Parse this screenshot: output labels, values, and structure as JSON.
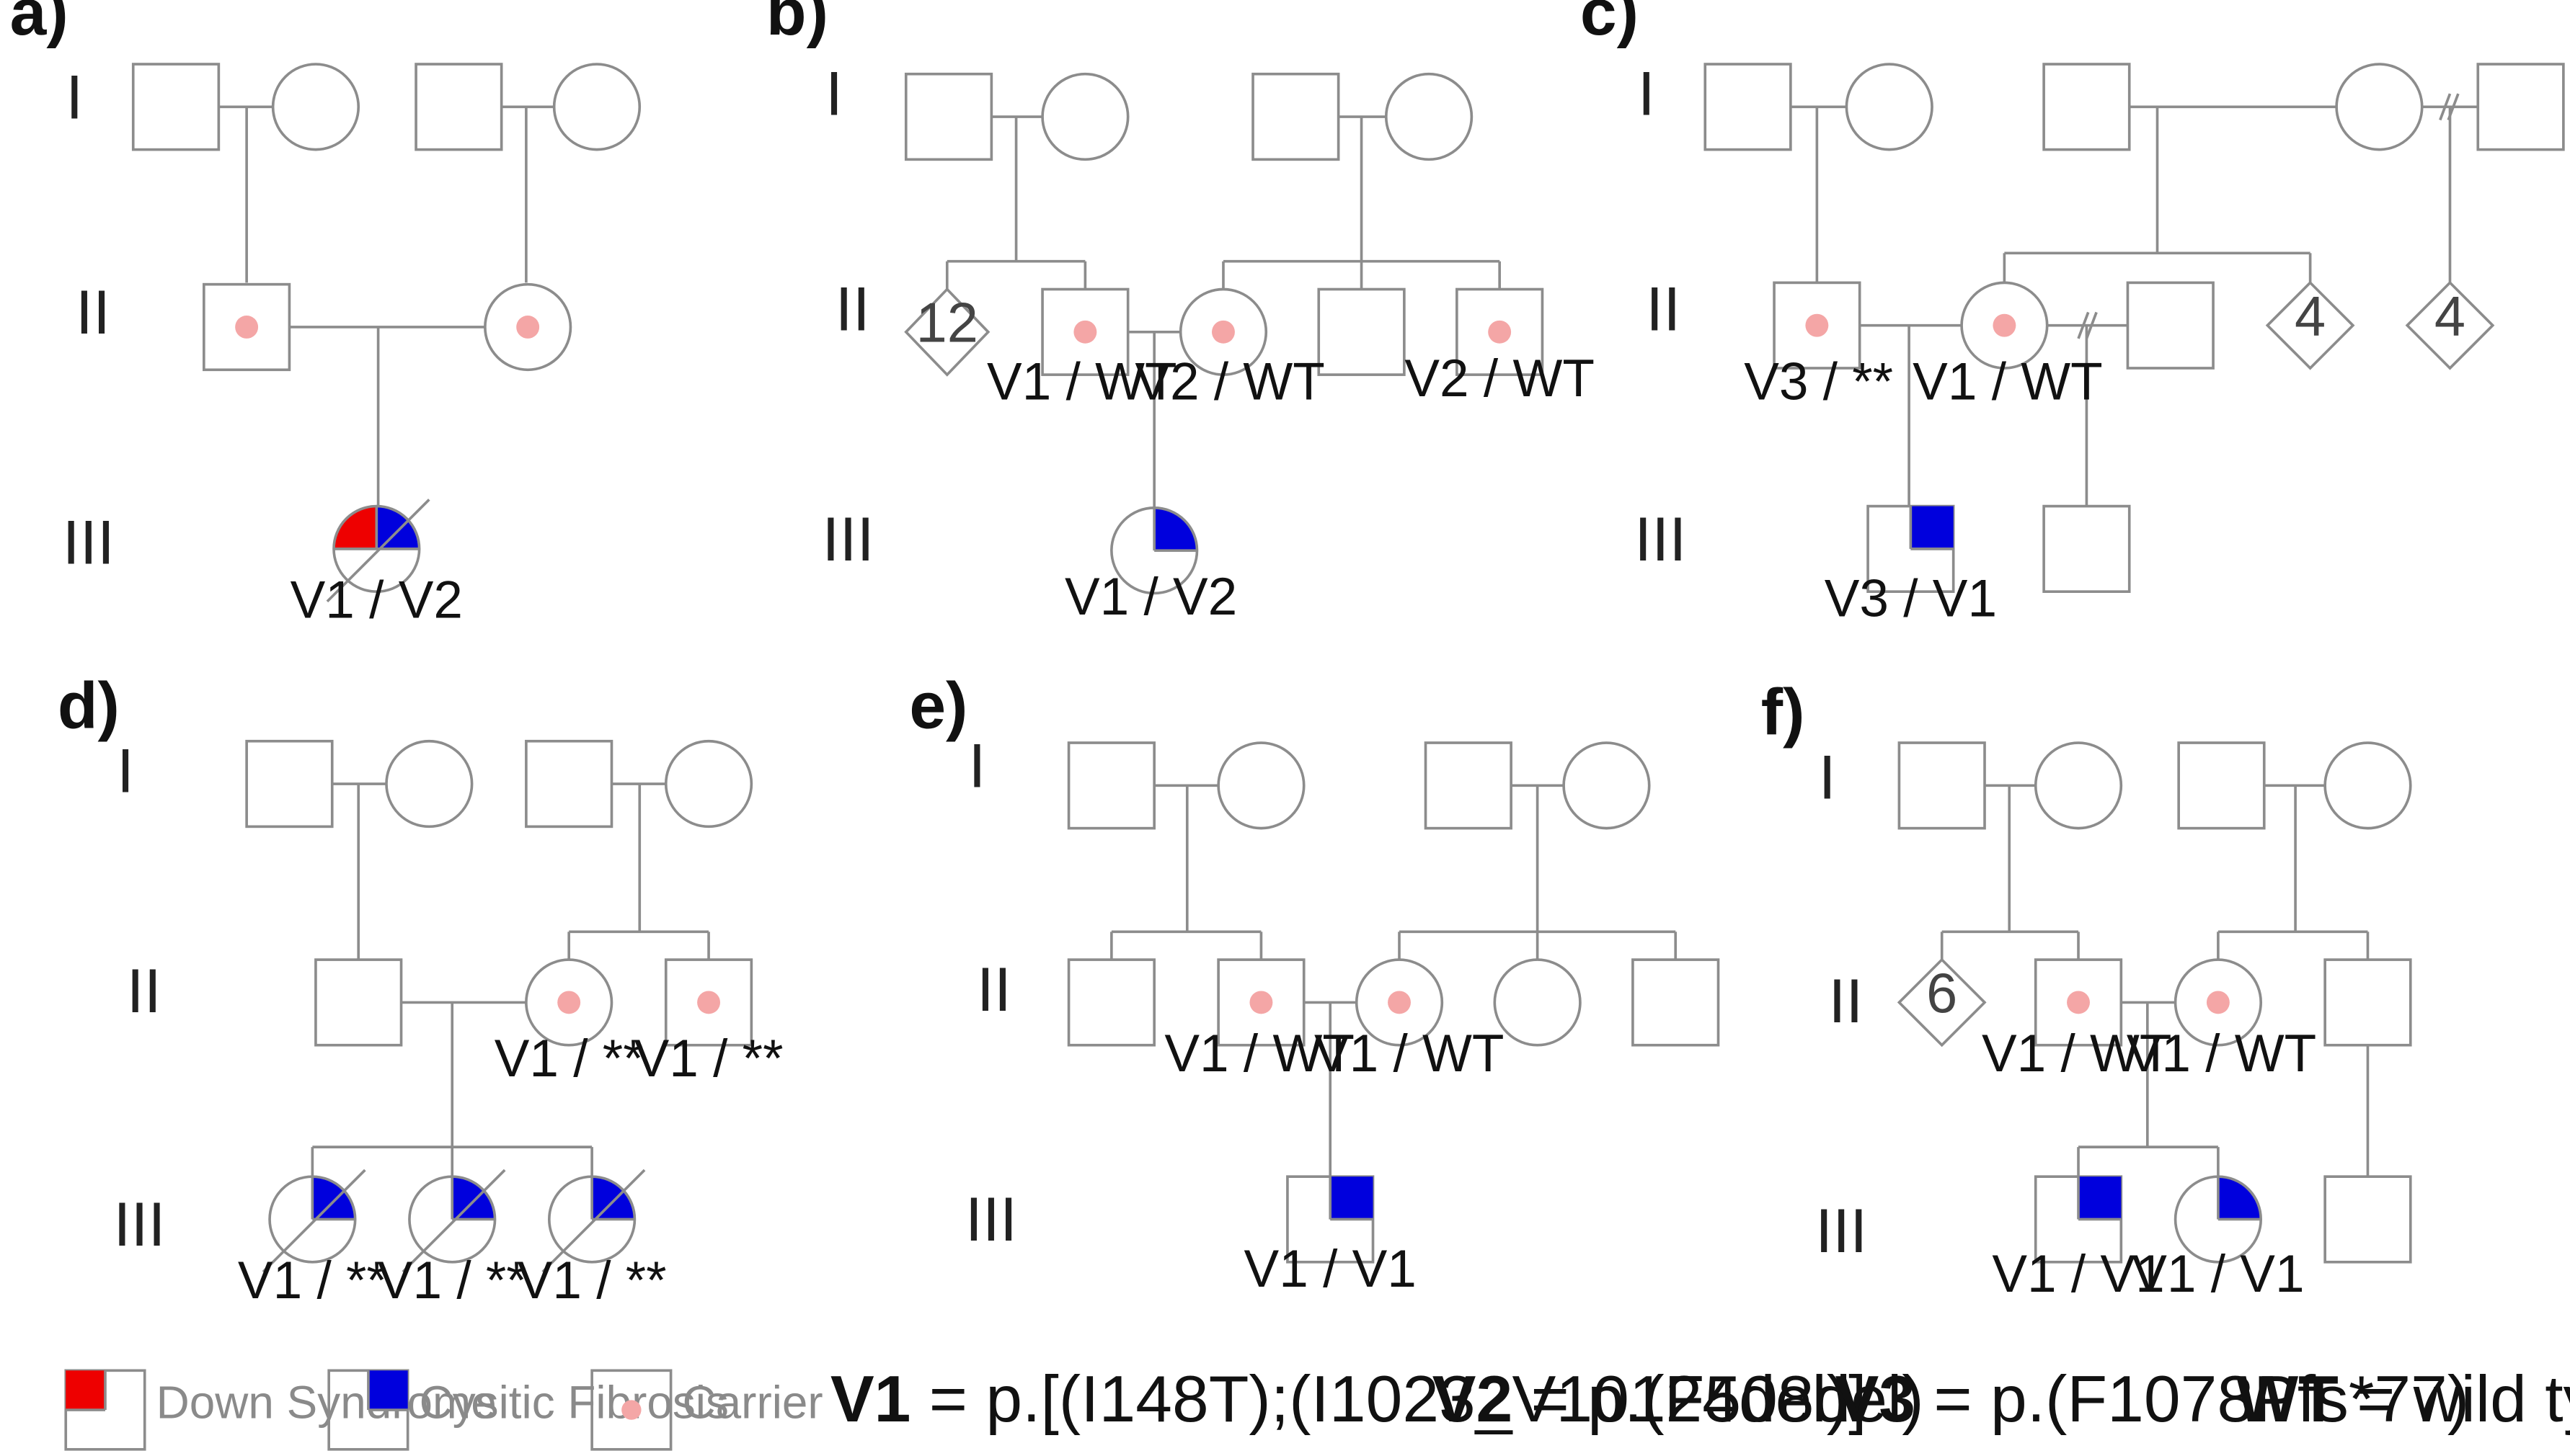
{
  "panels": [
    {
      "label": "a)"
    },
    {
      "label": "b)"
    },
    {
      "label": "c)"
    },
    {
      "label": "d)"
    },
    {
      "label": "e)"
    },
    {
      "label": "f)"
    }
  ],
  "generations": [
    "I",
    "II",
    "III"
  ],
  "sibship_counts": {
    "b_II_1": "12",
    "c_II_4": "4",
    "c_II_5": "4",
    "f_II_1": "6"
  },
  "genotypes": {
    "a_III_1": "V1 / V2",
    "b_II_2": "V1 / WT",
    "b_II_3": "V2 / WT",
    "b_II_5": "V2 / WT",
    "b_III_1": "V1 / V2",
    "c_II_1": "V3 / **",
    "c_II_2": "V1 / WT",
    "c_III_1": "V3 / V1",
    "d_II_2": "V1 / **",
    "d_II_3": "V1 / **",
    "d_III_1": "V1 / **",
    "d_III_2": "V1 / **",
    "d_III_3": "V1 / **",
    "e_II_2": "V1 / WT",
    "e_II_3": "V1 / WT",
    "e_III_1": "V1 / V1",
    "f_II_2": "V1 / WT",
    "f_II_3": "V1 / WT",
    "f_III_1": "V1 / V1",
    "f_III_2": "V1 / V1"
  },
  "legend": {
    "down_syndrome": "Down Syndrome",
    "cystic_fibrosis": "Cysitic Fibrosis",
    "carrier": "Carrier",
    "v1_key": "V1",
    "v1_value": " = p.[(I148T);(I1023_V10124del)]",
    "v2_key": "V2",
    "v2_value": " = p.(F508del)",
    "v3_key": "V3",
    "v3_value": " = p.(F1078Pfs*77)",
    "wt_key": "WT",
    "wt_value": " = wild type"
  },
  "colors": {
    "line": "#8c8c8c",
    "down_syndrome": "#ee0000",
    "cystic_fibrosis": "#0000dd",
    "carrier": "#f4a6a6"
  }
}
